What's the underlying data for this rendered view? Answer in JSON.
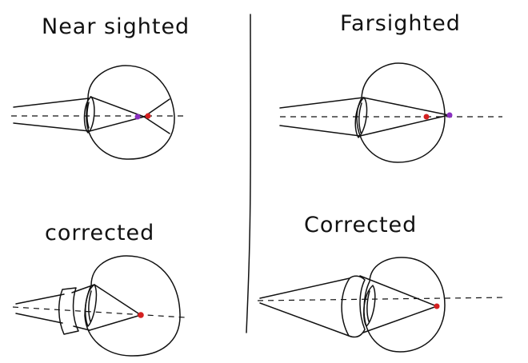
{
  "panels": {
    "top_left": {
      "title": "Near sighted"
    },
    "top_right": {
      "title": "Farsighted"
    },
    "bottom_left": {
      "title": "corrected"
    },
    "bottom_right": {
      "title": "Corrected"
    }
  },
  "colors": {
    "ink": "#111111",
    "focal_point": "#d42020",
    "retina_point": "#8a2fc0"
  }
}
